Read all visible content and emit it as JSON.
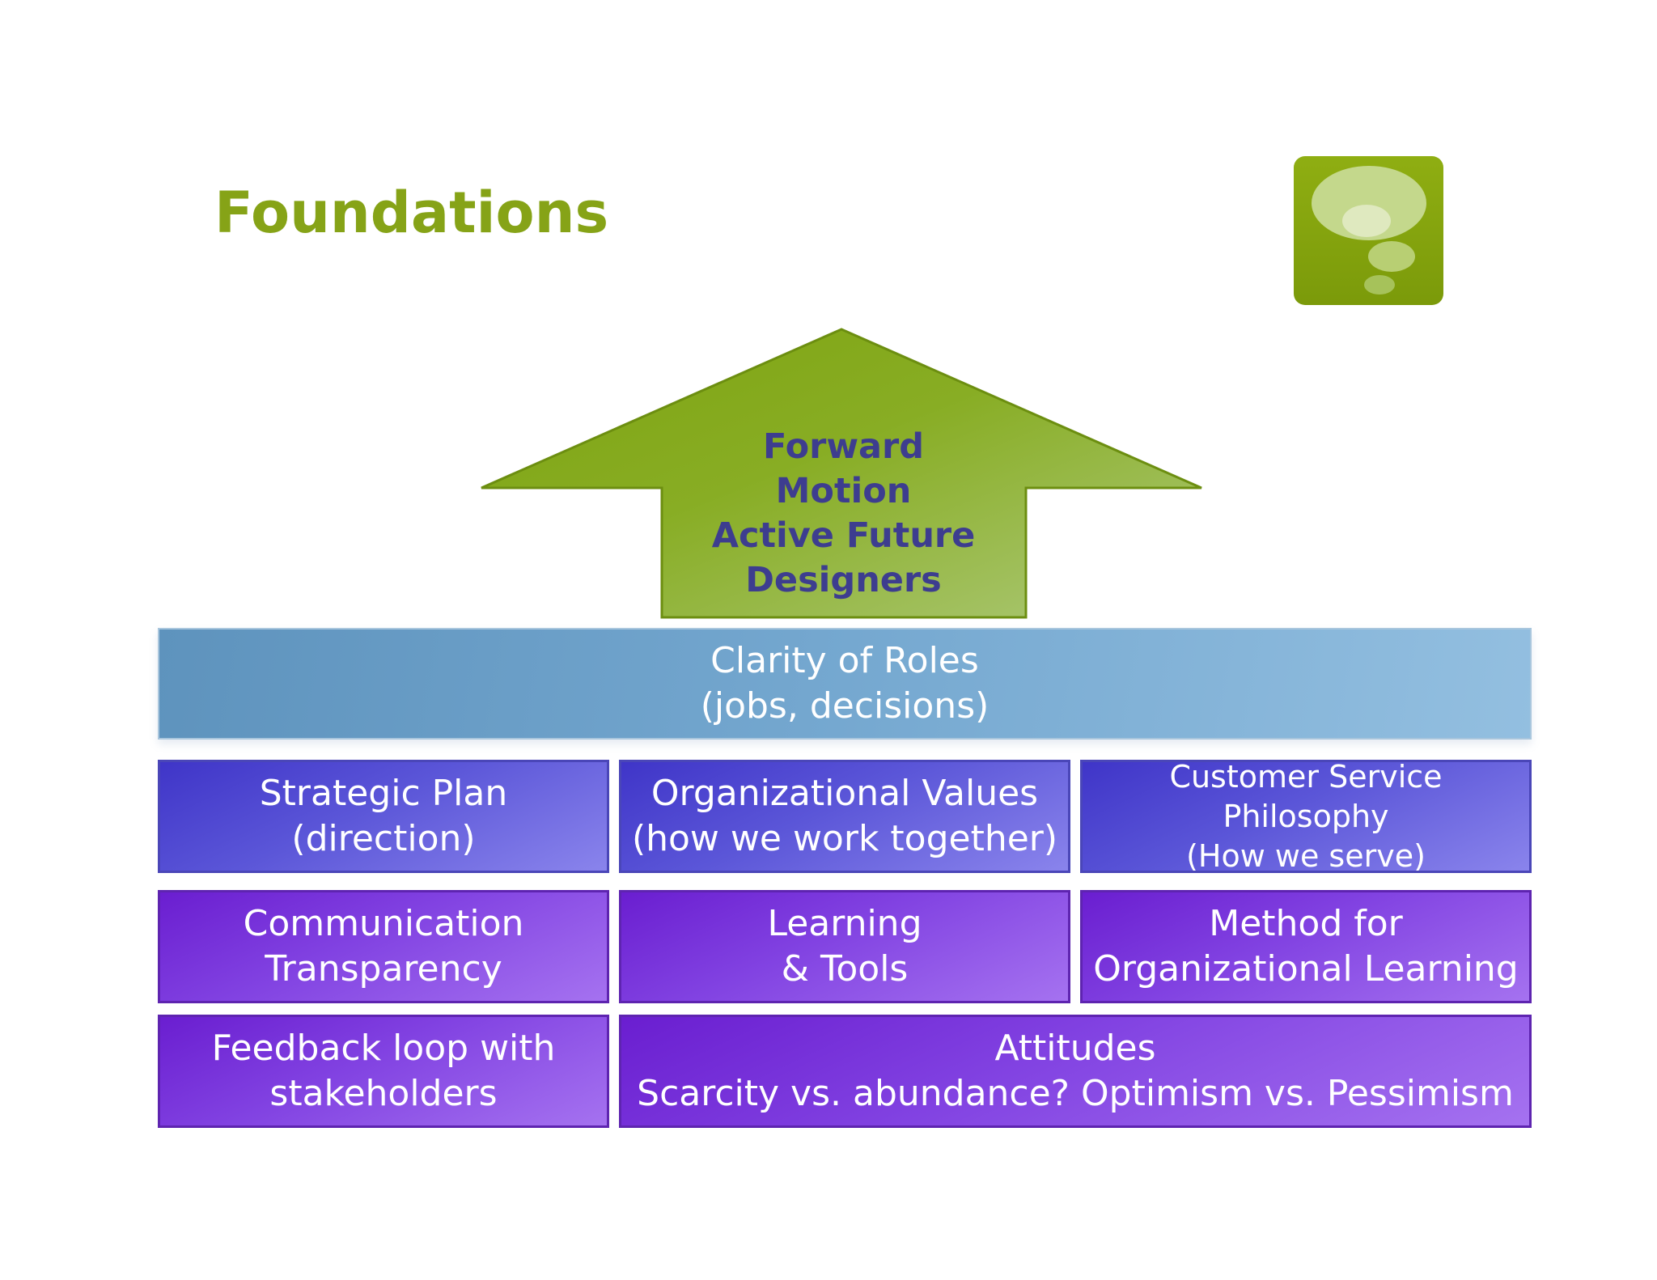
{
  "title": "Foundations",
  "logo_icon": "thought-bubble-icon",
  "colors": {
    "title": "#86a317",
    "arrow": "#82a91a",
    "arrow_text": "#3d3d8f",
    "roles_bar": "#75a8d0",
    "blue_block": "#5b56d8",
    "purple_block": "#8243e2"
  },
  "arrow": {
    "lines": [
      "Forward",
      "Motion",
      "Active Future",
      "Designers"
    ]
  },
  "roles": {
    "line1": "Clarity of  Roles",
    "line2": "(jobs, decisions)"
  },
  "row1": {
    "strategic": {
      "line1": "Strategic Plan",
      "line2": "(direction)"
    },
    "values": {
      "line1": "Organizational Values",
      "line2": "(how we work together)"
    },
    "service": {
      "line1": "Customer Service",
      "line2": "Philosophy",
      "line3": "(How we serve)"
    }
  },
  "row2": {
    "communication": {
      "line1": "Communication",
      "line2": "Transparency"
    },
    "learning": {
      "line1": "Learning",
      "line2": "& Tools"
    },
    "method": {
      "line1": "Method for",
      "line2": "Organizational Learning"
    }
  },
  "row3": {
    "feedback": {
      "line1": "Feedback loop with",
      "line2": "stakeholders"
    },
    "attitudes": {
      "line1": "Attitudes",
      "line2": "Scarcity vs. abundance? Optimism vs. Pessimism"
    }
  }
}
